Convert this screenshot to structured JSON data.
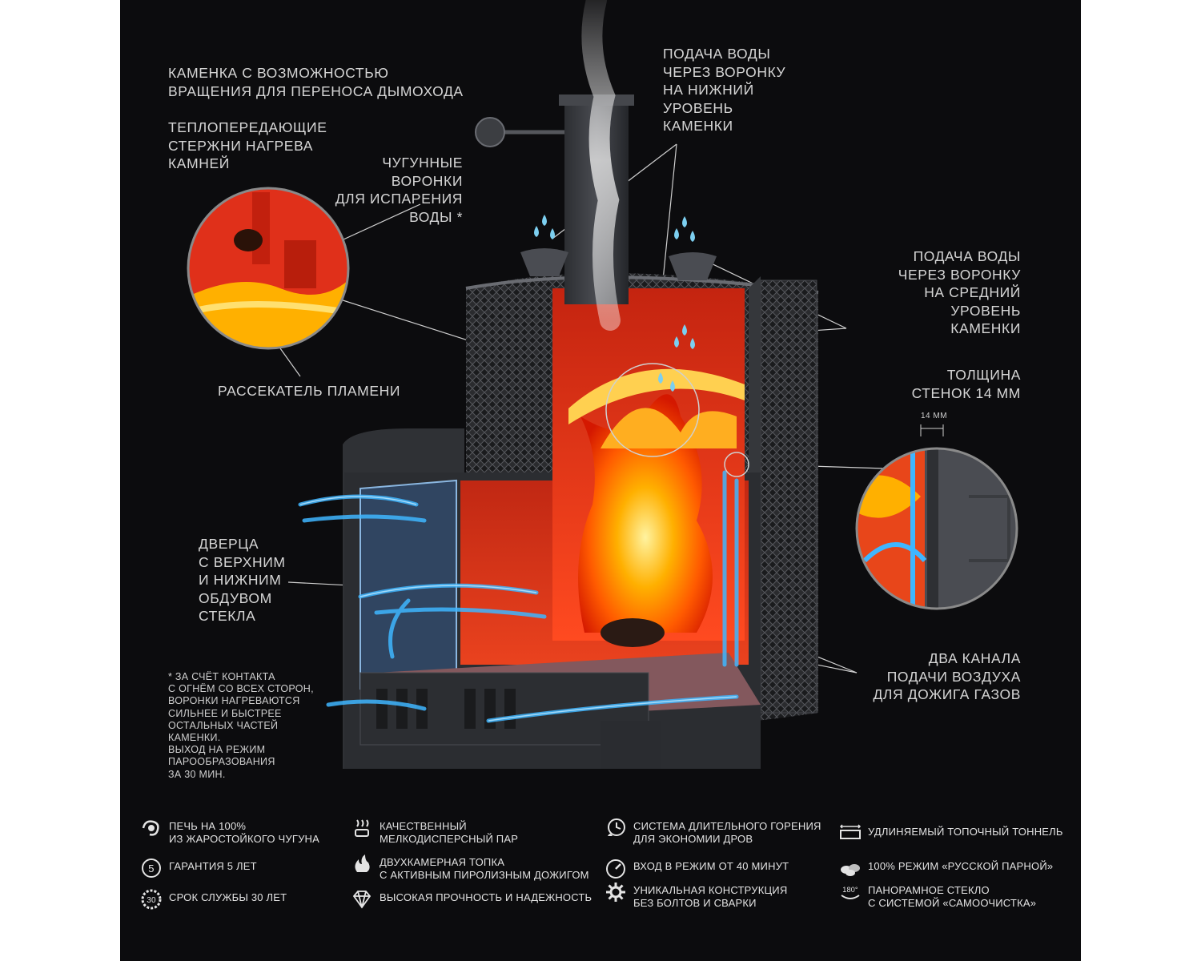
{
  "callouts": {
    "rotation": "КАМЕНКА С ВОЗМОЖНОСТЬЮ\nВРАЩЕНИЯ ДЛЯ ПЕРЕНОСА ДЫМОХОДА",
    "rods": "ТЕПЛОПЕРЕДАЮЩИЕ\nСТЕРЖНИ НАГРЕВА\nКАМНЕЙ",
    "funnels": "ЧУГУННЫЕ\nВОРОНКИ\nДЛЯ ИСПАРЕНИЯ\nВОДЫ *",
    "water_lower": "ПОДАЧА ВОДЫ\nЧЕРЕЗ ВОРОНКУ\nНА НИЖНИЙ\nУРОВЕНЬ\nКАМЕНКИ",
    "water_middle": "ПОДАЧА ВОДЫ\nЧЕРЕЗ ВОРОНКУ\nНА СРЕДНИЙ\nУРОВЕНЬ\nКАМЕНКИ",
    "wall": "ТОЛЩИНА\nСТЕНОК 14 ММ",
    "wall_dim": "14 ММ",
    "splitter": "РАССЕКАТЕЛЬ ПЛАМЕНИ",
    "door": "ДВЕРЦА\nС ВЕРХНИМ\nИ НИЖНИМ\nОБДУВОМ\nСТЕКЛА",
    "air": "ДВА КАНАЛА\nПОДАЧИ ВОЗДУХА\nДЛЯ ДОЖИГА ГАЗОВ"
  },
  "footnote": "* ЗА СЧЁТ КОНТАКТА\nС ОГНЁМ СО ВСЕХ СТОРОН,\nВОРОНКИ НАГРЕВАЮТСЯ\nСИЛЬНЕЕ И БЫСТРЕЕ\nОСТАЛЬНЫХ ЧАСТЕЙ\nКАМЕНКИ.\nВЫХОД НА РЕЖИМ\nПАРООБРАЗОВАНИЯ\nЗА 30 МИН.",
  "features": [
    {
      "icon": "cast-iron-icon",
      "label": "ПЕЧЬ НА 100%\nИЗ ЖАРОСТОЙКОГО ЧУГУНА"
    },
    {
      "icon": "steam-icon",
      "label": "КАЧЕСТВЕННЫЙ\nМЕЛКОДИСПЕРСНЫЙ ПАР"
    },
    {
      "icon": "long-burn-icon",
      "label": "СИСТЕМА ДЛИТЕЛЬНОГО ГОРЕНИЯ\nДЛЯ ЭКОНОМИИ ДРОВ"
    },
    {
      "icon": "tunnel-icon",
      "label": "УДЛИНЯЕМЫЙ ТОПОЧНЫЙ ТОННЕЛЬ"
    },
    {
      "icon": "warranty-icon",
      "label": "ГАРАНТИЯ 5 ЛЕТ"
    },
    {
      "icon": "dual-chamber-icon",
      "label": "ДВУХКАМЕРНАЯ ТОПКА\nС АКТИВНЫМ ПИРОЛИЗНЫМ ДОЖИГОМ"
    },
    {
      "icon": "gauge-icon",
      "label": "ВХОД В РЕЖИМ ОТ 40 МИНУТ"
    },
    {
      "icon": "stones-icon",
      "label": "100% РЕЖИМ «РУССКОЙ ПАРНОЙ»"
    },
    {
      "icon": "service-life-icon",
      "label": "СРОК СЛУЖБЫ 30 ЛЕТ"
    },
    {
      "icon": "diamond-icon",
      "label": "ВЫСОКАЯ ПРОЧНОСТЬ И НАДЕЖНОСТЬ"
    },
    {
      "icon": "gear-icon",
      "label": "УНИКАЛЬНАЯ КОНСТРУКЦИЯ\nБЕЗ БОЛТОВ И СВАРКИ"
    },
    {
      "icon": "panorama-icon",
      "label": "ПАНОРАМНОЕ СТЕКЛО\nС СИСТЕМОЙ «САМООЧИСТКА»"
    }
  ],
  "icon_texts": {
    "warranty": "5",
    "service_life": "30",
    "panorama": "180°"
  },
  "colors": {
    "background": "#0c0c0e",
    "text": "#d6d6d6",
    "flame": "#ff6a00",
    "air": "#3fb6ff",
    "metal": "#3a3c40"
  }
}
